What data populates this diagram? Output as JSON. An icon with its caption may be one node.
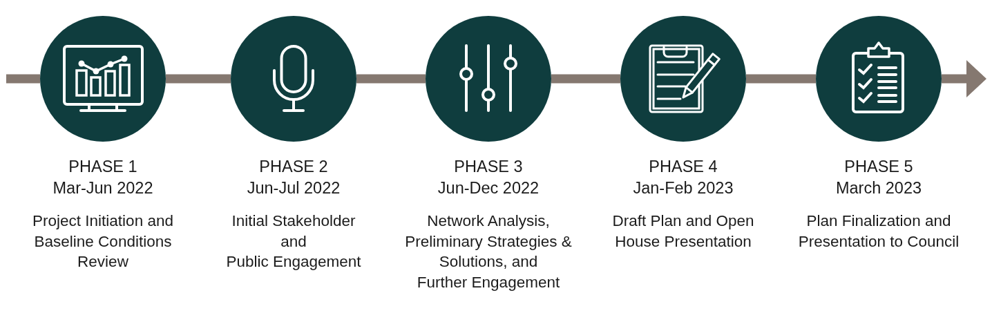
{
  "diagram": {
    "nodes": [
      {
        "text": [
          "PHASE 1",
          "Mar-Jun 2022",
          "Project Initiation and Baseline Conditions Review"
        ]
      },
      {
        "text": [
          "PHASE 2",
          "Jun-Jul 2022",
          "Initial Stakeholder and Public Engagement"
        ]
      },
      {
        "text": [
          "PHASE 3",
          "Jun-Dec 2022",
          "Network Analysis, Preliminary Strategies & Solutions, and Further Engagement"
        ]
      },
      {
        "text": [
          "PHASE 4",
          "Jan-Feb 2023",
          "Draft Plan and Open House Presentation"
        ]
      },
      {
        "text": [
          "PHASE 5",
          "March 2023",
          "Plan Finalization and Presentation to Council"
        ]
      }
    ],
    "edges": [
      {
        "from": null,
        "to": 0,
        "arrow": "none"
      },
      {
        "from": 0,
        "to": 1,
        "arrow": "none"
      },
      {
        "from": 1,
        "to": 2,
        "arrow": "none"
      },
      {
        "from": 2,
        "to": 3,
        "arrow": "none"
      },
      {
        "from": 3,
        "to": 4,
        "arrow": "none"
      },
      {
        "from": 4,
        "to": null,
        "arrow": "to"
      }
    ]
  }
}
